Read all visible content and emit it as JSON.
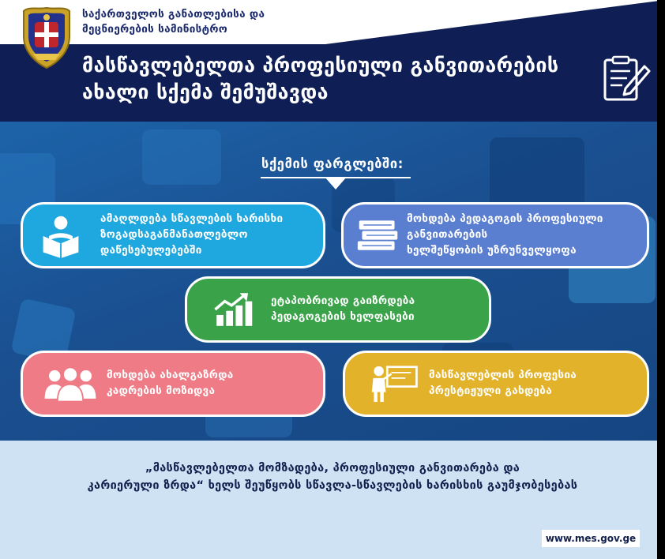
{
  "header": {
    "ministry_name_line1": "საქართველოს განათლებისა და",
    "ministry_name_line2": "მეცნიერების სამინისტრო",
    "title_line1": "მასწავლებელთა პროფესიული განვითარების",
    "title_line2": "ახალი სქემა შემუშავდა",
    "title_icon": "document-pencil-icon"
  },
  "section": {
    "subtitle": "სქემის ფარგლებში:"
  },
  "items": [
    {
      "icon": "reader-icon",
      "color": "#1ea8df",
      "line1": "ამაღლდება სწავლების ხარისხი",
      "line2": "ზოგადსაგანმანათლებლო",
      "line3": "დაწესებულებებში"
    },
    {
      "icon": "books-icon",
      "color": "#5b7fd0",
      "line1": "მოხდება პედაგოგის პროფესიული",
      "line2": "განვითარების",
      "line3": "ხელშეწყობის უზრუნველყოფა"
    },
    {
      "icon": "growth-chart-icon",
      "color": "#3aa34a",
      "line1": "ეტაპობრივად გაიზრდება",
      "line2": "პედაგოგების ხელფასები"
    },
    {
      "icon": "group-icon",
      "color": "#ee7b86",
      "line1": "მოხდება ახალგაზრდა",
      "line2": "კადრების მოზიდვა"
    },
    {
      "icon": "teacher-board-icon",
      "color": "#e2b32a",
      "line1": "მასწავლებლის პროფესია",
      "line2": "პრესტიჟული გახდება"
    }
  ],
  "footer": {
    "quote_line1": "„მასწავლებელთა მომზადება, პროფესიული განვითარება და",
    "quote_line2": "კარიერული ზრდა“ ხელს შეუწყობს სწავლა-სწავლების ხარისხის გაუმჯობესებას",
    "url": "www.mes.gov.ge"
  },
  "colors": {
    "navy": "#0f1f55",
    "blue_bg": "#1a4f90",
    "footer_bg": "#cfe2f4"
  }
}
